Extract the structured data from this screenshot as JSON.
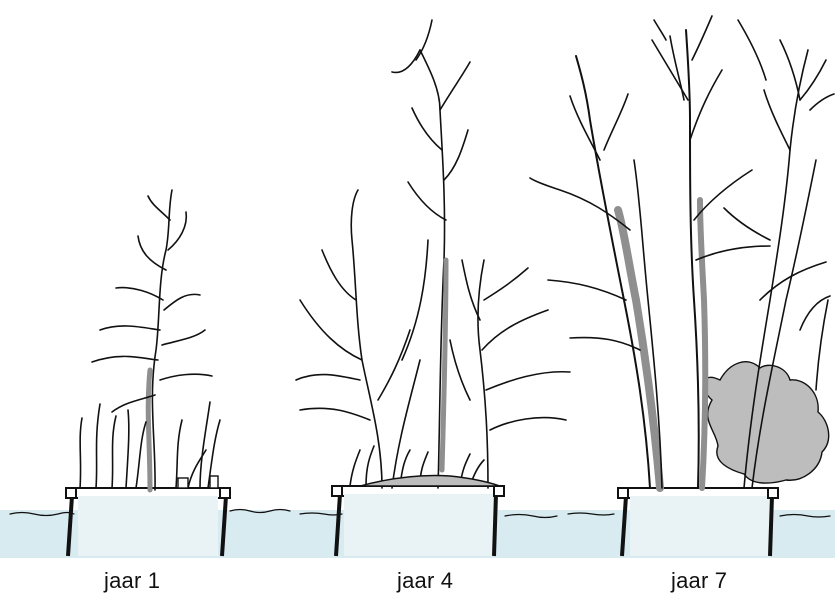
{
  "panels": [
    {
      "id": "year-1",
      "label": "jaar 1"
    },
    {
      "id": "year-4",
      "label": "jaar 4"
    },
    {
      "id": "year-7",
      "label": "jaar 7"
    }
  ],
  "colors": {
    "water": "#d7ebf1",
    "ink": "#111111",
    "shrub": "#bdbdbd",
    "trunk_shade": "#8f8f8f"
  }
}
